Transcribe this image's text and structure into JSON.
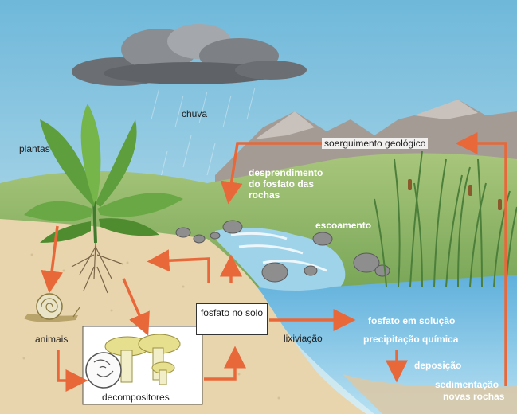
{
  "labels": {
    "chuva": "chuva",
    "plantas": "plantas",
    "soerguimento": "soerguimento geológico",
    "desprendimento": "desprendimento do fosfato das rochas",
    "escoamento": "escoamento",
    "fosfato_solo": "fosfato no solo",
    "animais": "animais",
    "lixiviacao": "lixiviação",
    "fosfato_solucao": "fosfato em solução",
    "precipitacao": "precipitação química",
    "deposicao": "deposição",
    "sedimentacao": "sedimentação",
    "novas_rochas": "novas rochas",
    "decompositores": "decompositores"
  },
  "colors": {
    "sky": "#9ecfe4",
    "water": "#8cc8e6",
    "soil": "#e9d5ad",
    "arrow": "#e8683a",
    "grass": "#7fae5c",
    "mountain": "#a59b95"
  }
}
